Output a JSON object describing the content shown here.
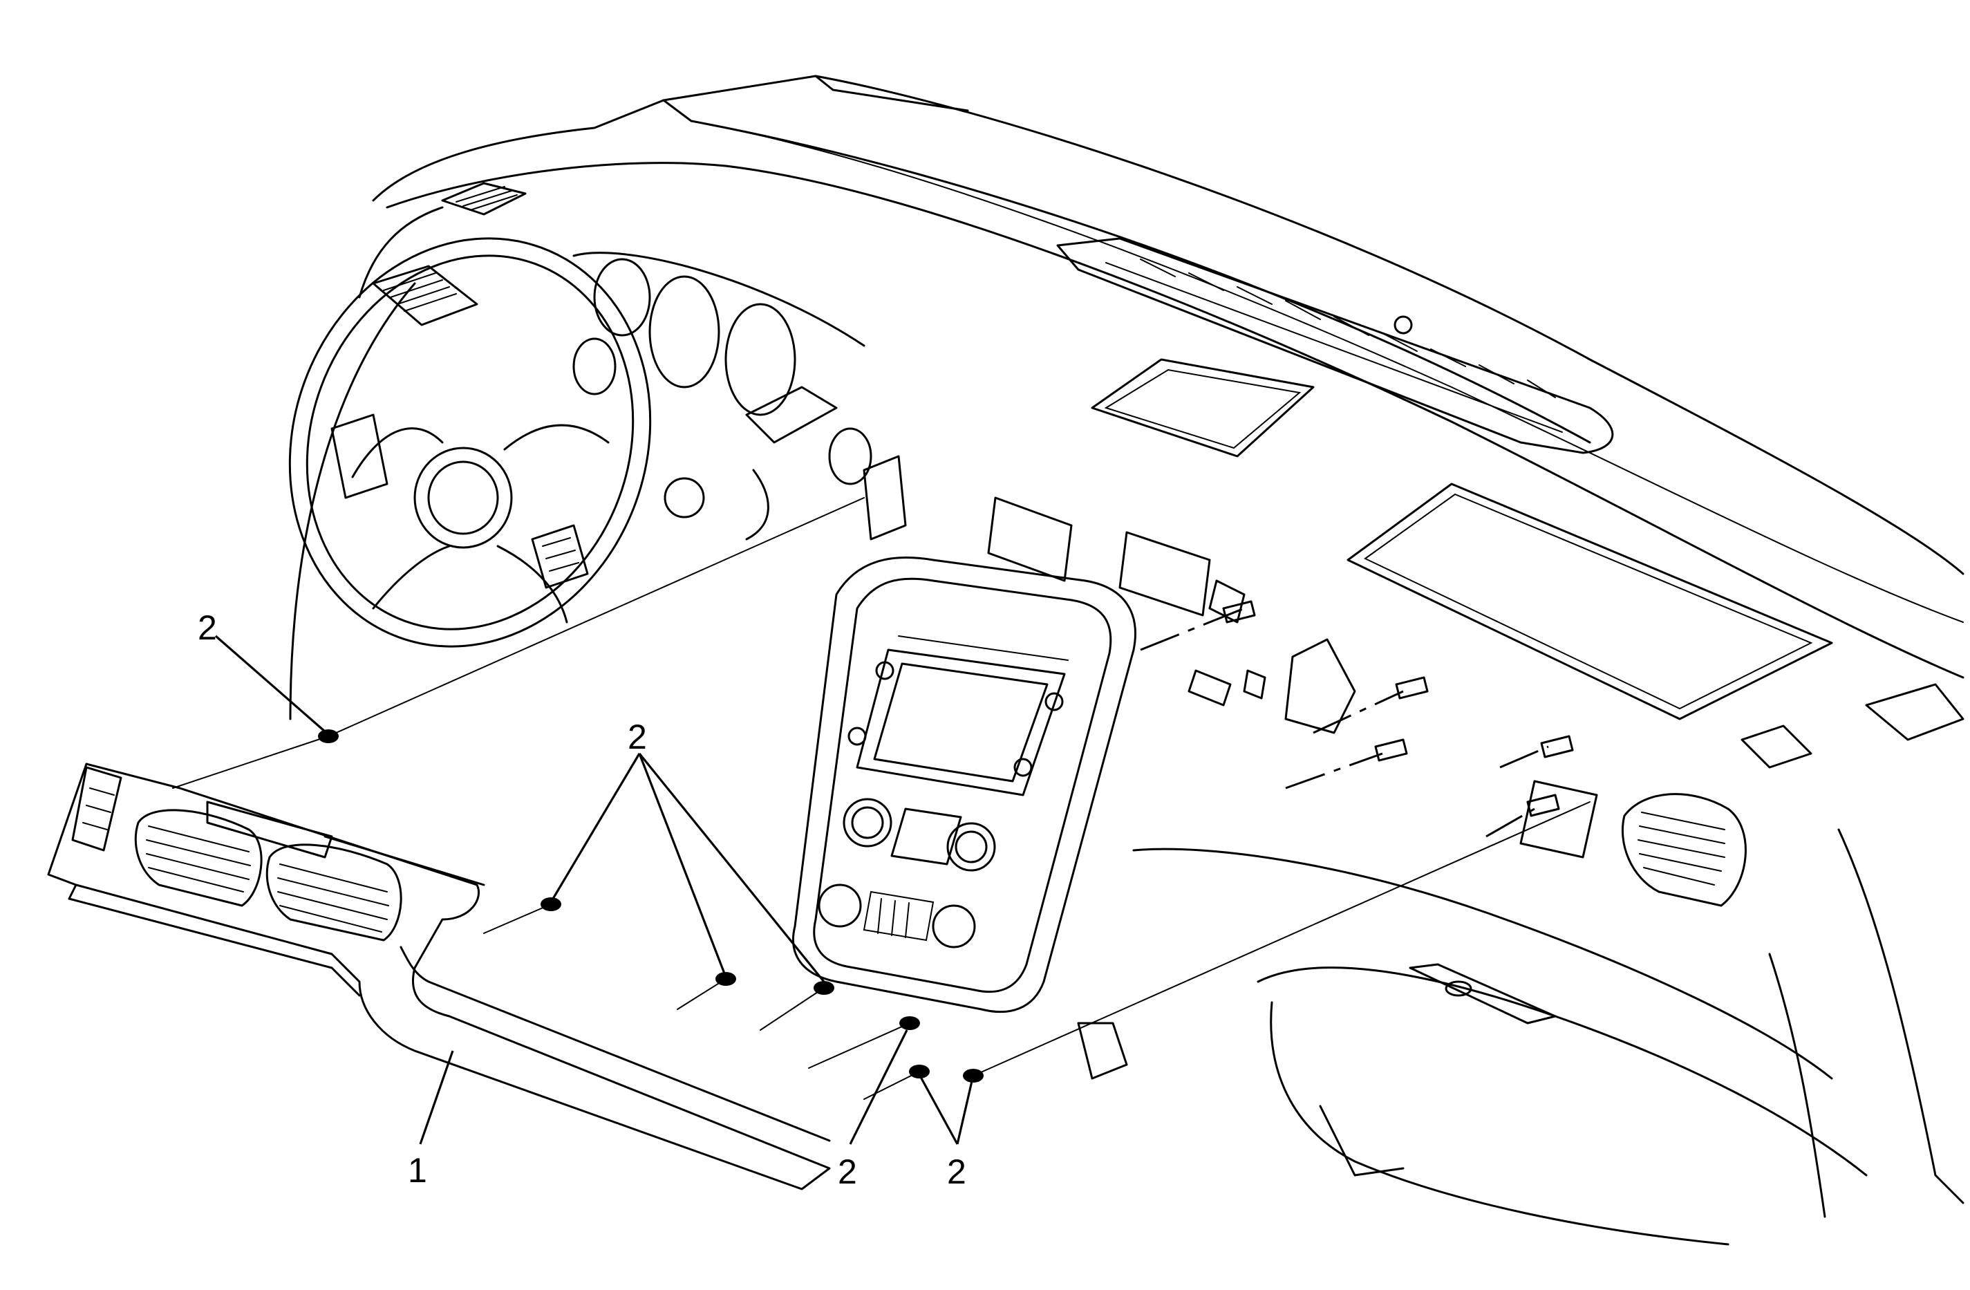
{
  "callouts": [
    {
      "id": "c1",
      "text": "1"
    },
    {
      "id": "c2a",
      "text": "2"
    },
    {
      "id": "c2b",
      "text": "2"
    },
    {
      "id": "c2c",
      "text": "2"
    },
    {
      "id": "c2d",
      "text": "2"
    }
  ]
}
